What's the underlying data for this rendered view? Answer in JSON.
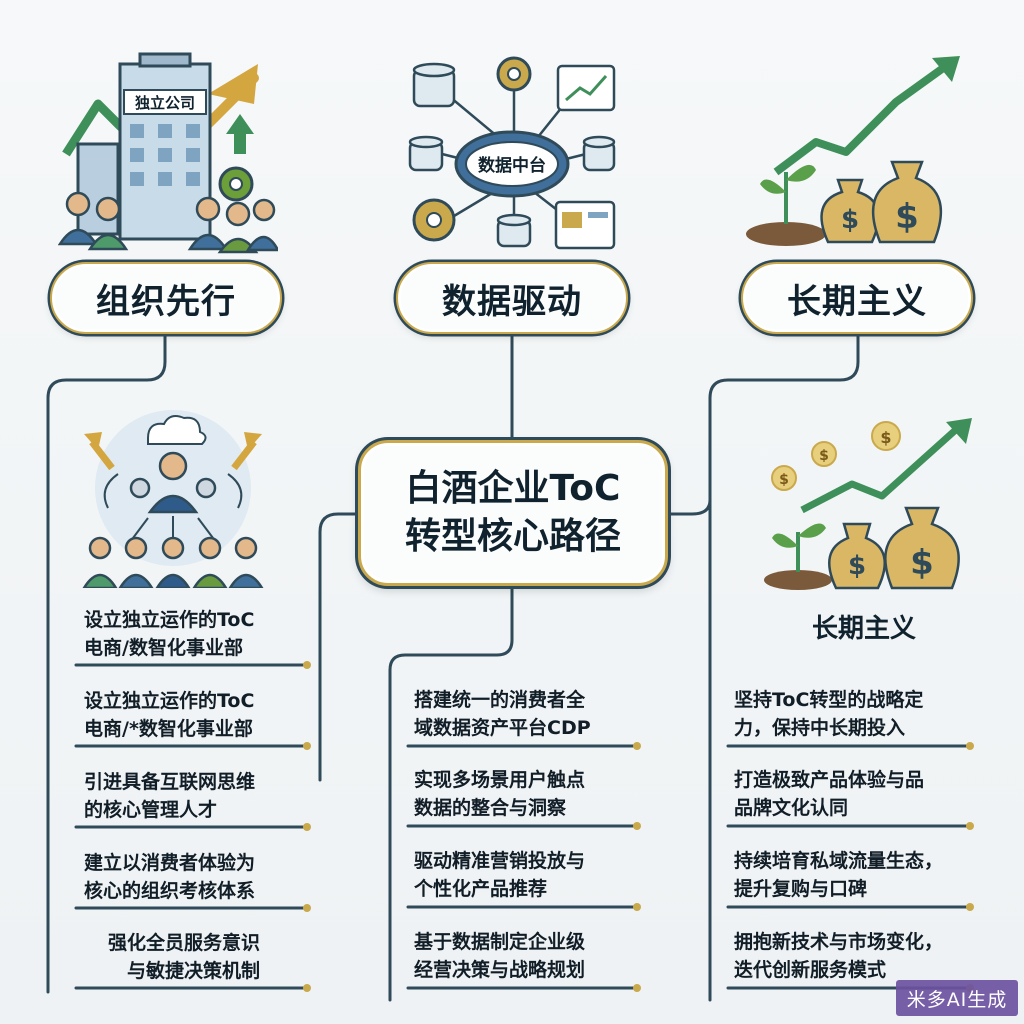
{
  "center": {
    "line1": "白酒企业ToC",
    "line2": "转型核心路径"
  },
  "branches": {
    "left": {
      "title": "组织先行",
      "building_sign": "独立公司",
      "items": [
        {
          "line1": "设立独立运作的ToC",
          "line2": "电商/数智化事业部"
        },
        {
          "line1": "设立独立运作的ToC",
          "line2": "电商/*数智化事业部"
        },
        {
          "line1": "引进具备互联网思维",
          "line2": "的核心管理人才"
        },
        {
          "line1": "建立以消费者体验为",
          "line2": "核心的组织考核体系"
        },
        {
          "line1": "强化全员服务意识",
          "line2": "与敏捷决策机制"
        }
      ]
    },
    "middle": {
      "title": "数据驱动",
      "hub_label": "数据中台",
      "items": [
        {
          "line1": "搭建统一的消费者全",
          "line2": "域数据资产平台CDP"
        },
        {
          "line1": "实现多场景用户触点",
          "line2": "数据的整合与洞察"
        },
        {
          "line1": "驱动精准营销投放与",
          "line2": "个性化产品推荐"
        },
        {
          "line1": "基于数据制定企业级",
          "line2": "经营决策与战略规划"
        }
      ]
    },
    "right": {
      "title": "长期主义",
      "subtitle": "长期主义",
      "items": [
        {
          "line1": "坚持ToC转型的战略定",
          "line2": "力，保持中长期投入"
        },
        {
          "line1": "打造极致产品体验与品",
          "line2": "品牌文化认同"
        },
        {
          "line1": "持续培育私域流量生态，",
          "line2": "提升复购与口碑"
        },
        {
          "line1": "拥抱新技术与市场变化，",
          "line2": "迭代创新服务模式"
        }
      ]
    }
  },
  "watermark": "米多AI生成",
  "colors": {
    "navy": "#2f4a59",
    "gold": "#c9a94c",
    "green": "#3f8f5a",
    "background": "#f1f4f5"
  }
}
